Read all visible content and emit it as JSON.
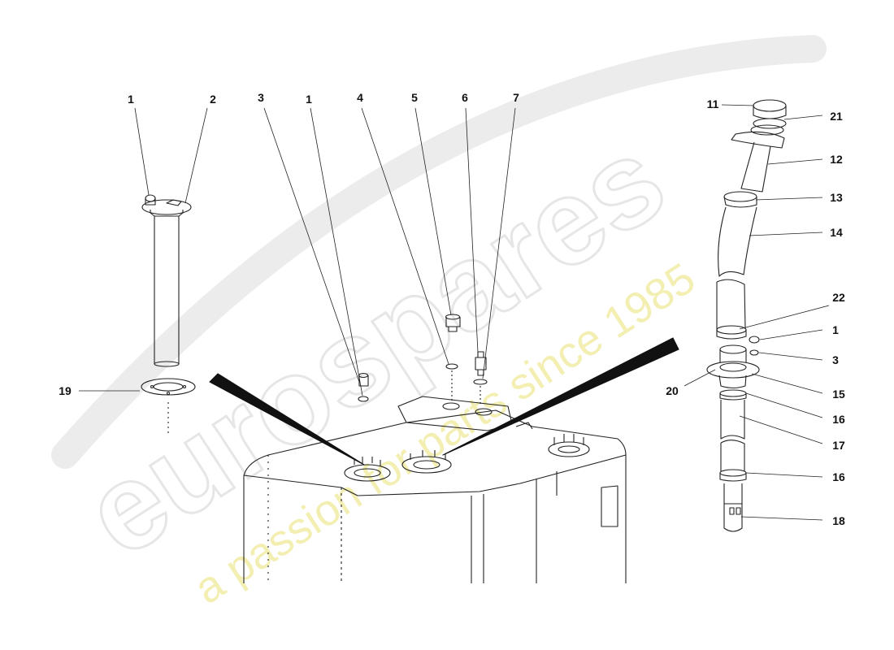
{
  "callouts": {
    "c1a": "1",
    "c2": "2",
    "c3a": "3",
    "c1b": "1",
    "c4": "4",
    "c5": "5",
    "c6": "6",
    "c7": "7",
    "c19": "19",
    "c11": "11",
    "c21": "21",
    "c12": "12",
    "c13": "13",
    "c14": "14",
    "c22": "22",
    "c1c": "1",
    "c3b": "3",
    "c20": "20",
    "c15": "15",
    "c16a": "16",
    "c17": "17",
    "c16b": "16",
    "c18": "18"
  },
  "watermark": {
    "brand": "eurospares",
    "tagline": "a passion for parts since 1985"
  },
  "colors": {
    "line": "#222222",
    "watermark_brand": "#e9e9e9",
    "watermark_tagline": "#f4f0b8"
  }
}
